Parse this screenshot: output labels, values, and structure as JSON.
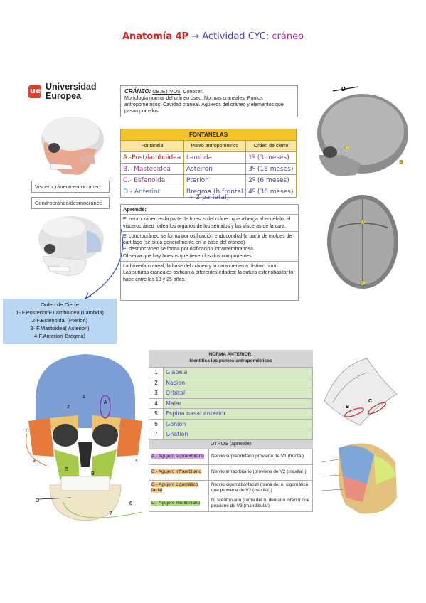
{
  "header": {
    "title_part1": "Anatomía 4P",
    "arrow": "→",
    "title_part2": "Actividad CYC:",
    "title_part3": "cráneo"
  },
  "logo": {
    "line1": "Universidad",
    "line2": "Europea"
  },
  "labels": {
    "viscero": "Viscerocráneo/neurocráneo",
    "condro": "Condrocráneo/desmocráneo"
  },
  "craneo_box": {
    "heading": "CRÁNEO:",
    "objetivos": "OBJETIVOS",
    "intro": ": Conocer:",
    "body": "Morfología normal del cráneo óseo. Normas craneales. Puntos antropométricos. Cavidad craneal. Agujeros del cráneo y elementos que pasan por ellos."
  },
  "fontanelas": {
    "title": "FONTANELAS",
    "headers": [
      "Fontanela",
      "Punto antropométrico",
      "Orden de cierre"
    ],
    "rows": [
      {
        "fontanela": "A.-Post/lamboidea",
        "punto": "Lambda",
        "orden": "1º (3 meses)"
      },
      {
        "fontanela": "B.- Masteoidea",
        "punto": "Asteiron",
        "orden": "3º (18 meses)"
      },
      {
        "fontanela": "C.- Esfenoidal",
        "punto": "Pterion",
        "orden": "2º (6 meses)"
      },
      {
        "fontanela": "D.- Anterior",
        "punto": "Bregma (h.frontal",
        "orden": "4º (36 meses)"
      }
    ],
    "extra": "+ 2 parietal)"
  },
  "aprende": {
    "title": "Aprende:",
    "p1": "El neurocráneo es la parte de huesos del cráneo que alberga al encéfalo, el viscerocráneo rodea los órganos de los sentidos y las vísceras de la cara.",
    "p2a": "El condrocráneo se forma por osificación endocondral (a partir de moldes de cartílago (se sitúa generalmente en la base del cráneo).",
    "p2b": "El desmocráneo se forma por osificación intramembranosa.",
    "p2c": "Observa que hay huesos que tienen los dos componentes.",
    "p3a": "La bóveda craneal, la base del cráneo y la cara crecen a distinto ritmo.",
    "p3b": "Las suturas craneales osifican a diferentes edades; la sutura esfenobasilar lo hace entre los 18 y 25 años."
  },
  "orden_cierre": {
    "title": "Orden de Cierre",
    "items": [
      "1- F.Posterior/F.Lamboidea (Lambda)",
      "2-F.Esfenoidal (Pterion)",
      "3- F.Mastoidea( Asterion)",
      "4-F.Anterior( Bregma)"
    ]
  },
  "norma_anterior": {
    "title": "NORMA ANTERIOR:",
    "subtitle": "Identifica los puntos antropométricos",
    "rows": [
      {
        "n": "1",
        "v": "Glabela"
      },
      {
        "n": "2",
        "v": "Nasion"
      },
      {
        "n": "3",
        "v": "Orbital"
      },
      {
        "n": "4",
        "v": "Malar"
      },
      {
        "n": "5",
        "v": "Espina nasal anterior"
      },
      {
        "n": "6",
        "v": "Gonion"
      },
      {
        "n": "7",
        "v": "Gnation"
      }
    ]
  },
  "otros": {
    "title": "OTROS (aprende)",
    "rows": [
      {
        "k": "A.- Agujero supraorbitario",
        "v": "Nervio supraorbitario proviene de V1 (frontal)"
      },
      {
        "k": "B.- Agujero infraorbitario",
        "v": "Nervio infraorbitario (proviene de V2 (maxilar))"
      },
      {
        "k": "C.- Agujero cigomático facial",
        "v": "Nervio cigomáticofacial (rama del n. cigomático, que proviene de V2 (maxilar))"
      },
      {
        "k": "D.- Agujero mentoniano",
        "v": "N. Mentoniano (rama del n. dentario inferior que proviene de V3 (mandibular)"
      }
    ]
  },
  "figure_labels": {
    "infant_side": [
      "D",
      "C",
      "B"
    ],
    "infant_top": [
      "D",
      "A"
    ],
    "skull_numbers": [
      "1",
      "2",
      "3",
      "4",
      "5",
      "6",
      "7",
      "A",
      "B",
      "C",
      "D"
    ],
    "sphenoid": [
      "B",
      "C"
    ]
  },
  "colors": {
    "title_red": "#d22222",
    "title_blue": "#4a3fb5",
    "fontanela_header": "#f4c32a",
    "orden_bg": "#b9d6f2",
    "norma_green": "#d7e8c5"
  }
}
